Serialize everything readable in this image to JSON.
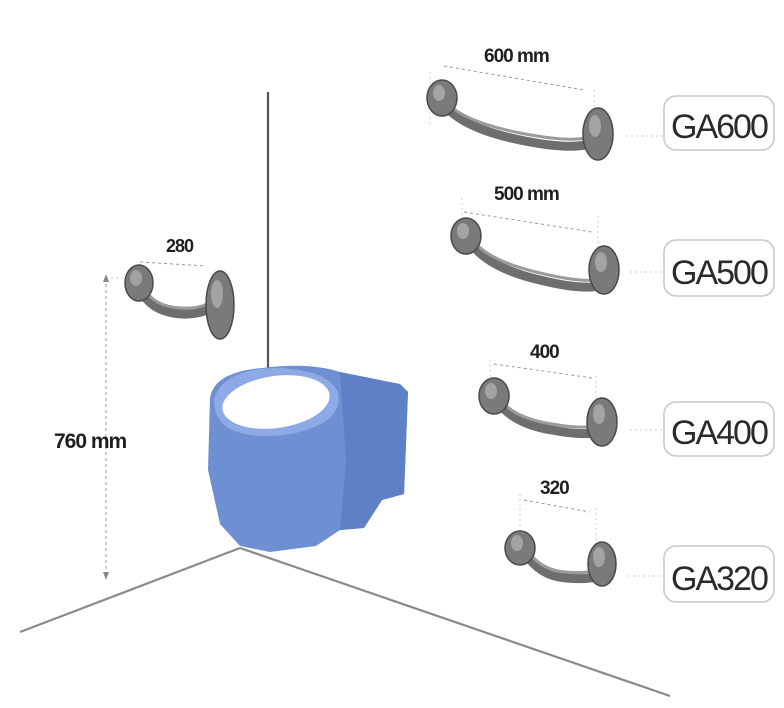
{
  "diagram": {
    "height_dimension": "760 mm",
    "mounted_bar_dimension": "280",
    "bars": [
      {
        "dimension": "600 mm",
        "model": "GA600"
      },
      {
        "dimension": "500 mm",
        "model": "GA500"
      },
      {
        "dimension": "400",
        "model": "GA400"
      },
      {
        "dimension": "320",
        "model": "GA320"
      }
    ]
  },
  "colors": {
    "toilet": "#6f8fd3",
    "toilet_shade": "#5f7fc6",
    "bar": "#6e6e6e"
  }
}
